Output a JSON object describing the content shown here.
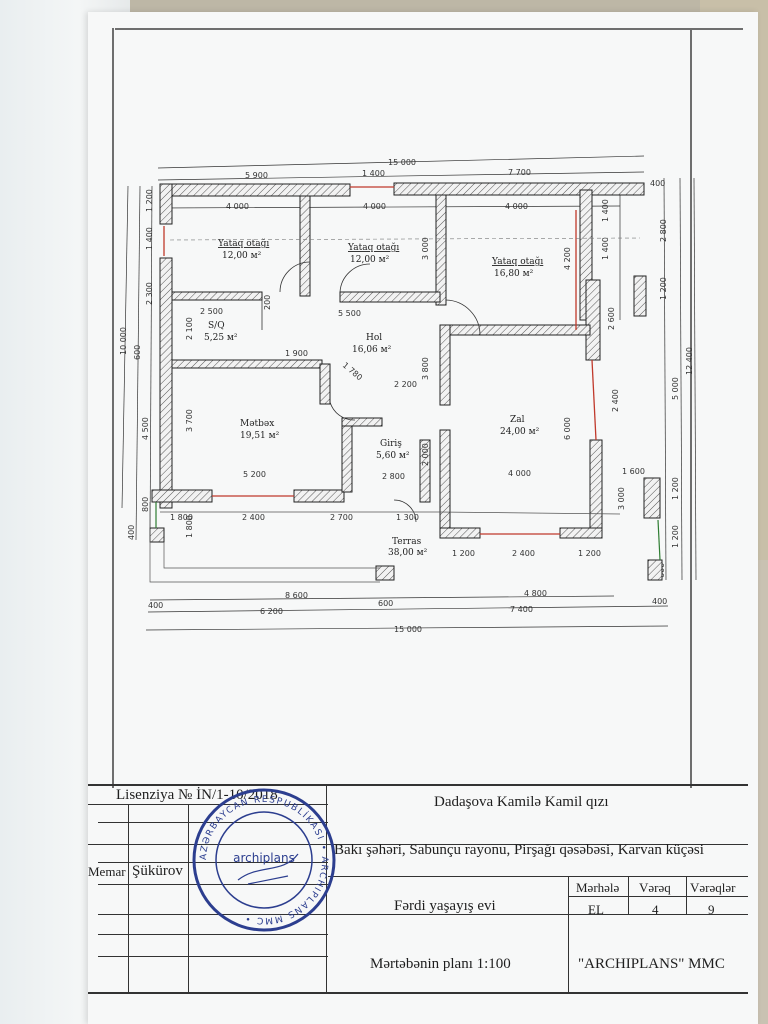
{
  "plan": {
    "dims_top": [
      "15 000",
      "5 900",
      "1 400",
      "7 700",
      "400"
    ],
    "dims_top_inner": [
      "4 000",
      "4 000",
      "4 000"
    ],
    "dims_bottom": [
      "8 600",
      "4 800",
      "400",
      "600",
      "400",
      "6 200",
      "7 400",
      "15 000"
    ],
    "dims_bottom_inner": [
      "1 800",
      "2 400",
      "2 700",
      "1 300",
      "1 200",
      "2 400",
      "1 200"
    ],
    "dims_left": [
      "10 000",
      "1 200",
      "1 400",
      "2 300",
      "600",
      "4 500",
      "800",
      "400"
    ],
    "dims_right": [
      "12 400",
      "2 800",
      "1 200",
      "5 000",
      "1 200",
      "1 200",
      "600",
      "1 400",
      "1 400"
    ],
    "dims_misc": [
      "2 500",
      "5 500",
      "1 900",
      "1 780",
      "2 200",
      "5 200",
      "2 800",
      "4 000",
      "1 600",
      "3 800",
      "3 000",
      "2 100",
      "3 700",
      "2 000",
      "6 000",
      "4 200",
      "2 600",
      "2 400",
      "1 800",
      "200",
      "3 000"
    ],
    "rooms": [
      {
        "name": "Yataq otağı",
        "area": "12,00 м²"
      },
      {
        "name": "Yataq otağı",
        "area": "12,00 м²"
      },
      {
        "name": "Yataq otağı",
        "area": "16,80 м²"
      },
      {
        "name": "S/Q",
        "area": "5,25 м²"
      },
      {
        "name": "Hol",
        "area": "16,06 м²"
      },
      {
        "name": "Mətbəx",
        "area": "19,51 м²"
      },
      {
        "name": "Giriş",
        "area": "5,60 м²"
      },
      {
        "name": "Zal",
        "area": "24,00 м²"
      },
      {
        "name": "Terras",
        "area": "38,00 м²"
      }
    ]
  },
  "title_block": {
    "license": "Lisenziya № İN/1-10/2018",
    "client": "Dadaşova Kamilə Kamil qızı",
    "address": "Bakı şəhəri, Sabunçu rayonu, Pirşağı qəsəbəsi, Karvan küçəsi",
    "architect_label": "Memar",
    "architect_name": "Şükürov",
    "project": "Fərdi yaşayış evi",
    "sheet_title": "Mərtəbənin planı 1:100",
    "company": "\"ARCHIPLANS\" MMC",
    "stage_label": "Mərhələ",
    "sheet_label": "Vərəq",
    "sheets_label": "Vərəqlər",
    "stage_value": "EL",
    "sheet_value": "4",
    "sheets_value": "9"
  },
  "stamp": {
    "center_text": "archiplans",
    "ring_text": "AZƏRBAYCAN RESPUBLİKASI • ARCHIPLANS MMC •"
  },
  "colors": {
    "wall_stroke": "#222222",
    "window": "#c0392b",
    "stamp": "#2c3e8f",
    "frame": "#6e6e6e"
  }
}
